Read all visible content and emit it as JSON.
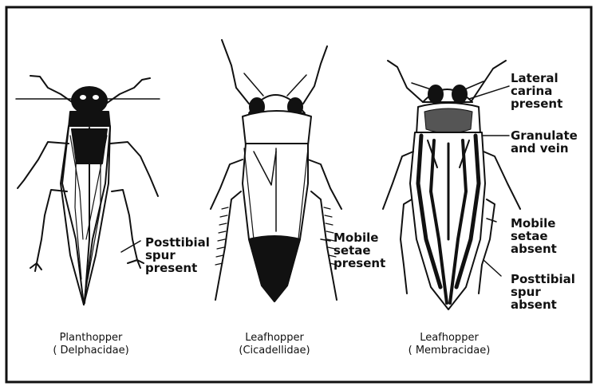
{
  "specimens": [
    {
      "name": "Planthopper",
      "family": "( Delphacidae)"
    },
    {
      "name": "Leafhopper",
      "family": "(Cicadellidae)"
    },
    {
      "name": "Leafhopper",
      "family": "( Membracidae)"
    }
  ],
  "annotations": {
    "posttibial_spur_present": [
      "Posttibial",
      "spur",
      "present"
    ],
    "mobile_setae_present": [
      "Mobile",
      "setae",
      "present"
    ],
    "lateral_carina_present": [
      "Lateral",
      "carina",
      "present"
    ],
    "granulate_and_vein": [
      "Granulate",
      "and vein"
    ],
    "mobile_setae_absent": [
      "Mobile",
      "setae",
      "absent"
    ],
    "posttibial_spur_absent": [
      "Posttibial",
      "spur",
      "absent"
    ]
  }
}
